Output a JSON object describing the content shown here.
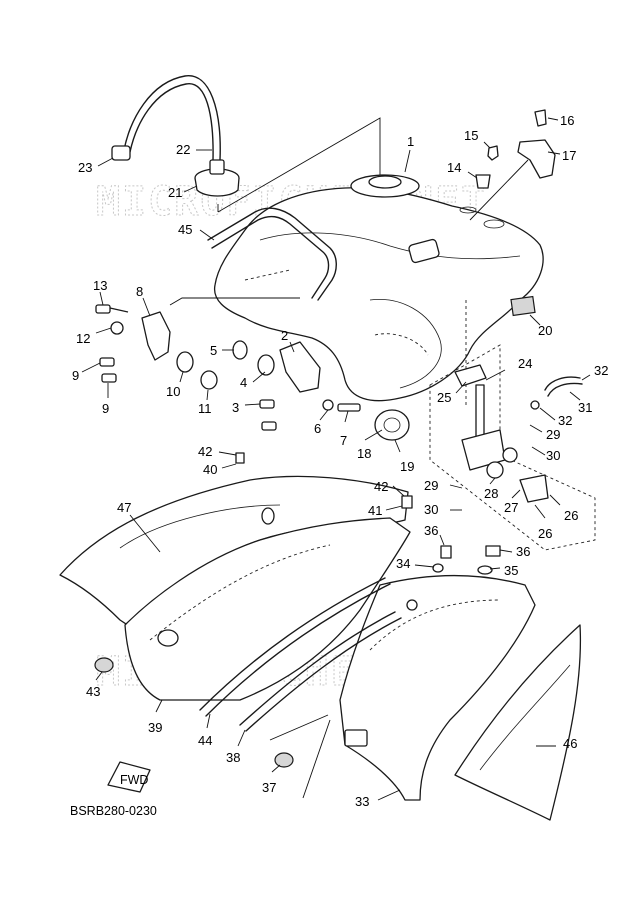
{
  "diagram": {
    "code": "BSRB280-0230",
    "watermark": "MICROFICHES.NET",
    "fwd_label": "FWD"
  },
  "callouts": [
    {
      "n": "1"
    },
    {
      "n": "2"
    },
    {
      "n": "3"
    },
    {
      "n": "4"
    },
    {
      "n": "5"
    },
    {
      "n": "6"
    },
    {
      "n": "7"
    },
    {
      "n": "8"
    },
    {
      "n": "9"
    },
    {
      "n": "9"
    },
    {
      "n": "10"
    },
    {
      "n": "11"
    },
    {
      "n": "12"
    },
    {
      "n": "13"
    },
    {
      "n": "14"
    },
    {
      "n": "15"
    },
    {
      "n": "16"
    },
    {
      "n": "17"
    },
    {
      "n": "18"
    },
    {
      "n": "19"
    },
    {
      "n": "20"
    },
    {
      "n": "21"
    },
    {
      "n": "22"
    },
    {
      "n": "23"
    },
    {
      "n": "24"
    },
    {
      "n": "25"
    },
    {
      "n": "26"
    },
    {
      "n": "26"
    },
    {
      "n": "27"
    },
    {
      "n": "28"
    },
    {
      "n": "29"
    },
    {
      "n": "29"
    },
    {
      "n": "30"
    },
    {
      "n": "30"
    },
    {
      "n": "31"
    },
    {
      "n": "32"
    },
    {
      "n": "32"
    },
    {
      "n": "33"
    },
    {
      "n": "34"
    },
    {
      "n": "35"
    },
    {
      "n": "36"
    },
    {
      "n": "36"
    },
    {
      "n": "37"
    },
    {
      "n": "38"
    },
    {
      "n": "39"
    },
    {
      "n": "40"
    },
    {
      "n": "41"
    },
    {
      "n": "42"
    },
    {
      "n": "42"
    },
    {
      "n": "43"
    },
    {
      "n": "44"
    },
    {
      "n": "45"
    },
    {
      "n": "46"
    },
    {
      "n": "47"
    }
  ]
}
